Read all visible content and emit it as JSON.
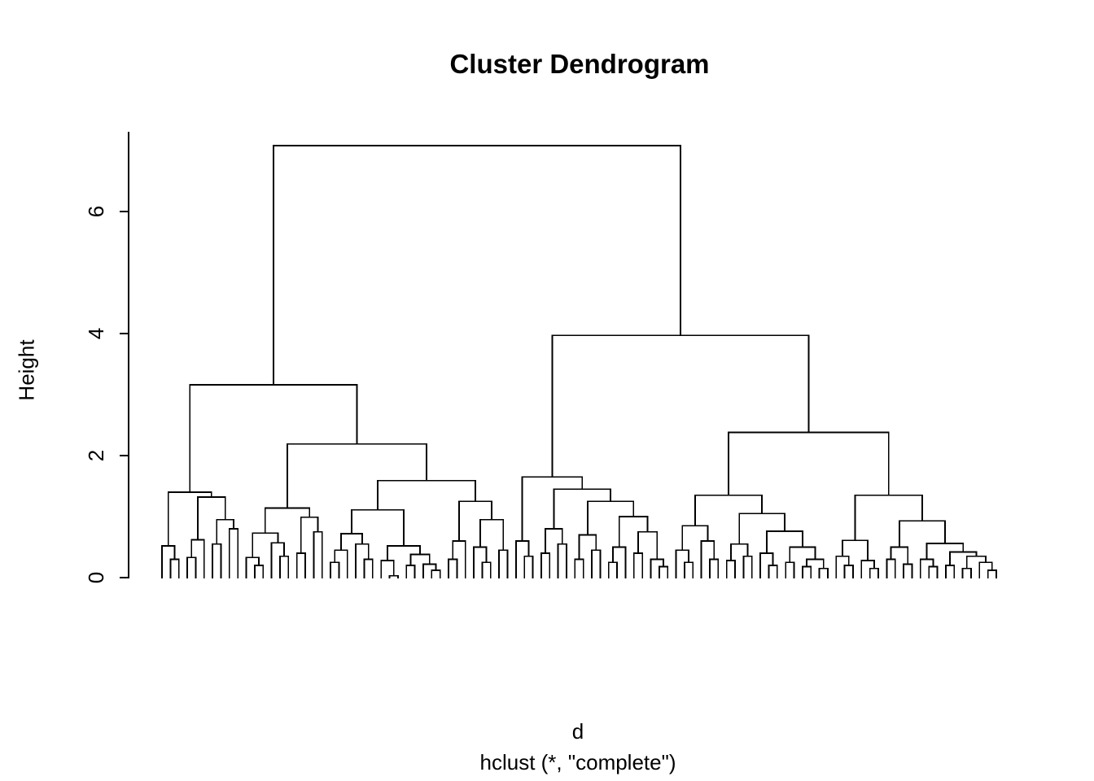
{
  "chart_data": {
    "type": "dendrogram",
    "title": "Cluster Dendrogram",
    "ylabel": "Height",
    "xlabel": "d",
    "xlabel_sub": "hclust (*, \"complete\")",
    "yticks": [
      0,
      2,
      4,
      6
    ],
    "ylim": [
      0,
      7.4
    ],
    "n_leaves": 100,
    "line_color": "#000000",
    "legend": "none",
    "grid": "off",
    "tree": [
      7.08,
      [
        3.16,
        [
          1.4,
          [
            0.52,
            0,
            [
              0.3,
              0,
              0
            ]
          ],
          [
            1.32,
            [
              0.62,
              [
                0.33,
                0,
                0
              ],
              0
            ],
            [
              0.95,
              [
                0.55,
                0,
                0
              ],
              [
                0.8,
                0,
                0
              ]
            ]
          ]
        ],
        [
          2.19,
          [
            1.14,
            [
              0.73,
              [
                0.33,
                0,
                [
                  0.2,
                  0,
                  0
                ]
              ],
              [
                0.57,
                0,
                [
                  0.35,
                  0,
                  0
                ]
              ]
            ],
            [
              0.99,
              [
                0.4,
                0,
                0
              ],
              [
                0.75,
                0,
                0
              ]
            ]
          ],
          [
            1.59,
            [
              1.11,
              [
                0.72,
                [
                  0.45,
                  [
                    0.25,
                    0,
                    0
                  ],
                  0
                ],
                [
                  0.55,
                  0,
                  [
                    0.3,
                    0,
                    0
                  ]
                ]
              ],
              [
                0.52,
                [
                  0.28,
                  0,
                  [
                    0.03,
                    0,
                    0
                  ]
                ],
                [
                  0.38,
                  [
                    0.2,
                    0,
                    0
                  ],
                  [
                    0.22,
                    0,
                    [
                      0.12,
                      0,
                      0
                    ]
                  ]
                ]
              ]
            ],
            [
              1.25,
              [
                0.6,
                [
                  0.3,
                  0,
                  0
                ],
                0
              ],
              [
                0.95,
                [
                  0.5,
                  0,
                  [
                    0.25,
                    0,
                    0
                  ]
                ],
                [
                  0.45,
                  0,
                  0
                ]
              ]
            ]
          ]
        ]
      ],
      [
        3.97,
        [
          1.65,
          [
            0.6,
            0,
            [
              0.35,
              0,
              0
            ]
          ],
          [
            1.45,
            [
              0.8,
              [
                0.4,
                0,
                0
              ],
              [
                0.55,
                0,
                0
              ]
            ],
            [
              1.25,
              [
                0.7,
                [
                  0.3,
                  0,
                  0
                ],
                [
                  0.45,
                  0,
                  0
                ]
              ],
              [
                1.0,
                [
                  0.5,
                  [
                    0.25,
                    0,
                    0
                  ],
                  0
                ],
                [
                  0.75,
                  [
                    0.4,
                    0,
                    0
                  ],
                  [
                    0.3,
                    0,
                    [
                      0.18,
                      0,
                      0
                    ]
                  ]
                ]
              ]
            ]
          ]
        ],
        [
          2.38,
          [
            1.35,
            [
              0.85,
              [
                0.45,
                0,
                [
                  0.25,
                  0,
                  0
                ]
              ],
              [
                0.6,
                0,
                [
                  0.3,
                  0,
                  0
                ]
              ]
            ],
            [
              1.05,
              [
                0.55,
                [
                  0.28,
                  0,
                  0
                ],
                [
                  0.35,
                  0,
                  0
                ]
              ],
              [
                0.76,
                [
                  0.4,
                  0,
                  [
                    0.2,
                    0,
                    0
                  ]
                ],
                [
                  0.5,
                  [
                    0.25,
                    0,
                    0
                  ],
                  [
                    0.3,
                    [
                      0.18,
                      0,
                      0
                    ],
                    [
                      0.15,
                      0,
                      0
                    ]
                  ]
                ]
              ]
            ]
          ],
          [
            1.35,
            [
              0.61,
              [
                0.35,
                0,
                [
                  0.2,
                  0,
                  0
                ]
              ],
              [
                0.28,
                0,
                [
                  0.15,
                  0,
                  0
                ]
              ]
            ],
            [
              0.93,
              [
                0.5,
                [
                  0.3,
                  0,
                  0
                ],
                [
                  0.22,
                  0,
                  0
                ]
              ],
              [
                0.56,
                [
                  0.3,
                  0,
                  [
                    0.18,
                    0,
                    0
                  ]
                ],
                [
                  0.42,
                  [
                    0.2,
                    0,
                    0
                  ],
                  [
                    0.35,
                    [
                      0.15,
                      0,
                      0
                    ],
                    [
                      0.25,
                      0,
                      [
                        0.12,
                        0,
                        0
                      ]
                    ]
                  ]
                ]
              ]
            ]
          ]
        ]
      ]
    ]
  }
}
